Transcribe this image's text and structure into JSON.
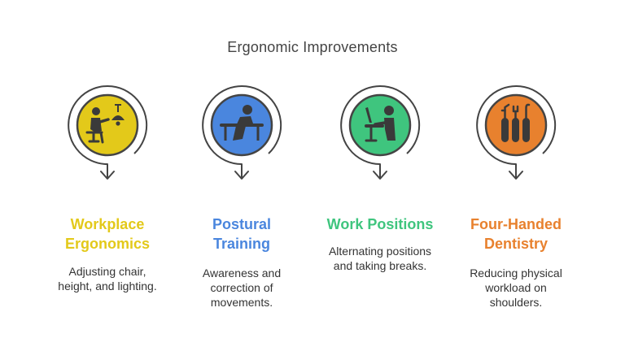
{
  "title": "Ergonomic Improvements",
  "steps": [
    {
      "title_line1": "Workplace",
      "title_line2": "Ergonomics",
      "desc_line1": "Adjusting chair,",
      "desc_line2": "height, and lighting.",
      "desc_line3": "",
      "color": "#E3C91A",
      "icon": "worker-lamp-icon"
    },
    {
      "title_line1": "Postural",
      "title_line2": "Training",
      "desc_line1": "Awareness and",
      "desc_line2": "correction of",
      "desc_line3": "movements.",
      "color": "#4A86DE",
      "icon": "person-at-desk-icon"
    },
    {
      "title_line1": "Work Positions",
      "title_line2": "",
      "desc_line1": "Alternating positions",
      "desc_line2": "and taking breaks.",
      "desc_line3": "",
      "color": "#3FC57E",
      "icon": "standing-desk-icon"
    },
    {
      "title_line1": "Four-Handed",
      "title_line2": "Dentistry",
      "desc_line1": "Reducing physical",
      "desc_line2": "workload on",
      "desc_line3": "shoulders.",
      "color": "#E8812E",
      "icon": "dental-tools-icon"
    }
  ]
}
